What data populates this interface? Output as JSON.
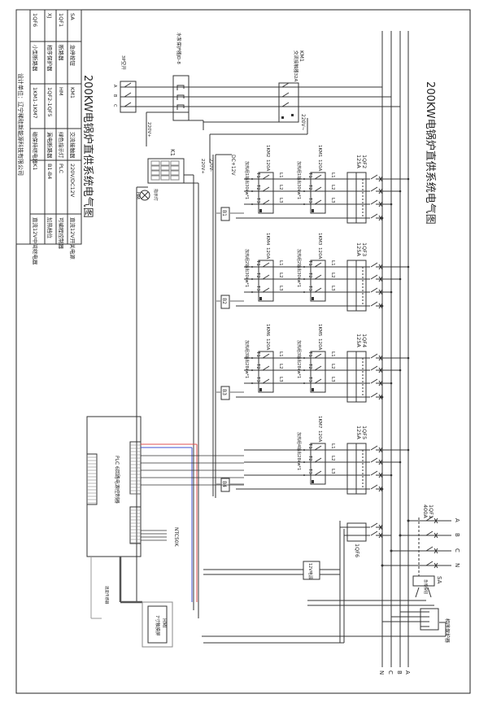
{
  "title": "200KW电锅炉直供系统电气图",
  "title_block": {
    "title": "200KW电锅炉直供系统电气图",
    "rows": [
      [
        "SA",
        "急停按钮",
        "KM1",
        "交流接触器",
        "220V/DC12V",
        "直流12V开关电源"
      ],
      [
        "1QF1",
        "断路器",
        "HM",
        "绿色指示灯",
        "PLC",
        "可编程控制器"
      ],
      [
        "XJ",
        "相序保护器",
        "1QF2-1QF5",
        "漏电断路器",
        "B1-B4",
        "加热档位"
      ],
      [
        "1QF6",
        "小型断路器",
        "1KM1-1KM7",
        "磁保持继电器",
        "K1",
        "直流12V中间继电器"
      ]
    ],
    "designer": "设计单位：辽宁稀硅新能源科技有限公司"
  },
  "pump_circuit": {
    "switch_label": "3P空开",
    "phases": [
      "A",
      "B",
      "C"
    ],
    "protector_label": "水泵保护器JD-8",
    "contactor_id": "KM1",
    "contactor_desc": "交流接触器32A",
    "v220_minus": "220V~",
    "v220_plus": "220V+"
  },
  "control": {
    "relay_id": "K1",
    "lamp_id": "HM",
    "lamp_label": "指示灯",
    "dc12": "DC+12V",
    "v220_plus": "220V+",
    "v220_minus": "220V-"
  },
  "heater_groups": [
    {
      "step": "B1",
      "breaker": "1QF2",
      "breaker_rating": "125A",
      "contactors": [
        {
          "id": "1KM1",
          "rating": "120A",
          "load": "加热组1输出30kw*1"
        },
        {
          "id": "1KM2",
          "rating": "120A",
          "load": "加热组1输出30kw*1"
        }
      ]
    },
    {
      "step": "B2",
      "breaker": "1QF3",
      "breaker_rating": "125A",
      "contactors": [
        {
          "id": "1KM3",
          "rating": "120A",
          "load": "加热组2输出30kw*1"
        },
        {
          "id": "1KM4",
          "rating": "120A",
          "load": "加热组2输出30kw*1"
        }
      ]
    },
    {
      "step": "B3",
      "breaker": "1QF4",
      "breaker_rating": "125A",
      "contactors": [
        {
          "id": "1KM5",
          "rating": "120A",
          "load": "加热组3输出28kw*1"
        },
        {
          "id": "1KM6",
          "rating": "120A",
          "load": "加热组3输出28kw*1"
        }
      ]
    },
    {
      "step": "B4",
      "breaker": "1QF5",
      "breaker_rating": "125A",
      "contactors": [
        {
          "id": "1KM7",
          "rating": "120A",
          "load": "加热组4输出28kw*1"
        }
      ]
    }
  ],
  "terminals": {
    "load": [
      "T1",
      "T2",
      "T3"
    ],
    "line": [
      "L1",
      "L2",
      "L3"
    ]
  },
  "plc": {
    "label": "PLC 6回路电源控制器",
    "ntc": "NTC50K"
  },
  "power_supply": {
    "label": "12V电源"
  },
  "sensor_label": "温度传感器",
  "hmi": {
    "id": "HMI",
    "desc": "7寸触摸屏"
  },
  "main_breaker": {
    "id": "1QF1",
    "rating": "400A"
  },
  "small_breaker": {
    "id": "1QF6"
  },
  "incoming": [
    "A",
    "B",
    "C",
    "N"
  ],
  "bus_labels": [
    "N",
    "C",
    "B",
    "A"
  ],
  "emergency_stop": {
    "id": "SA",
    "label": "急停按钮"
  },
  "phase_relay": {
    "label": "相序保护器"
  },
  "colors": {
    "line": "#333333",
    "red_wire": "#e05050",
    "blue_wire": "#4050d0",
    "frame": "#222222"
  }
}
